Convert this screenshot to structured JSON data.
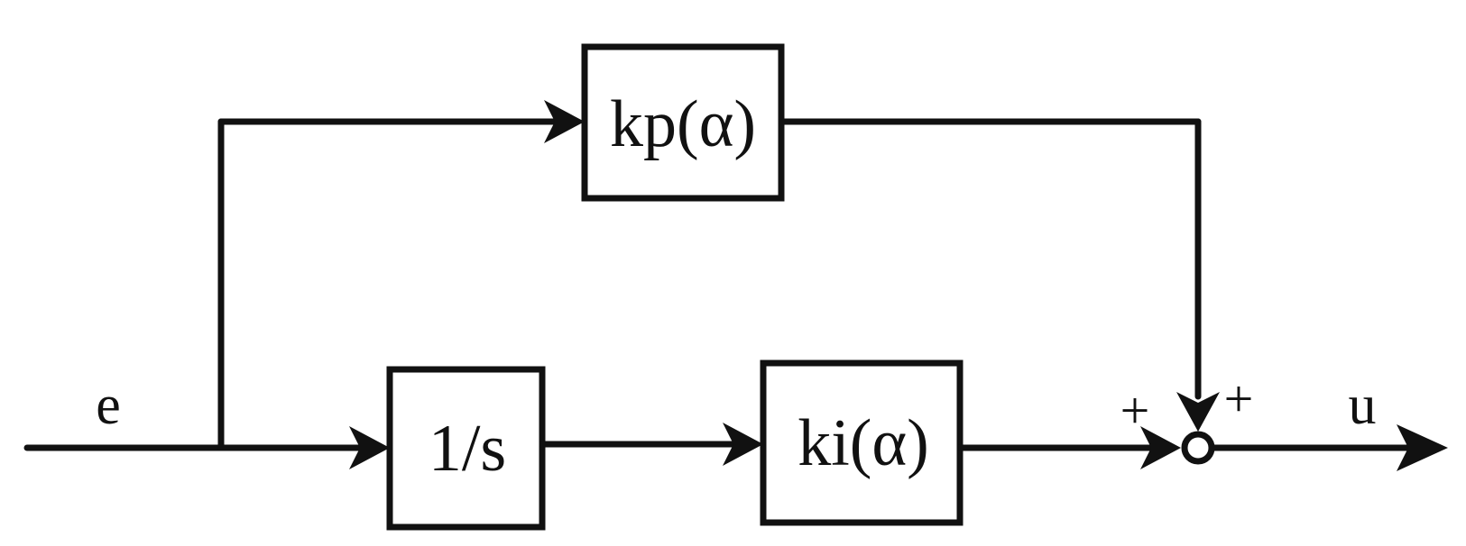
{
  "diagram": {
    "input_signal": "e",
    "output_signal": "u",
    "blocks": {
      "proportional": "kp(α)",
      "integrator": "1/s",
      "integral_gain": "ki(α)"
    },
    "summing_junction": {
      "left_sign": "+",
      "top_sign": "+"
    }
  }
}
